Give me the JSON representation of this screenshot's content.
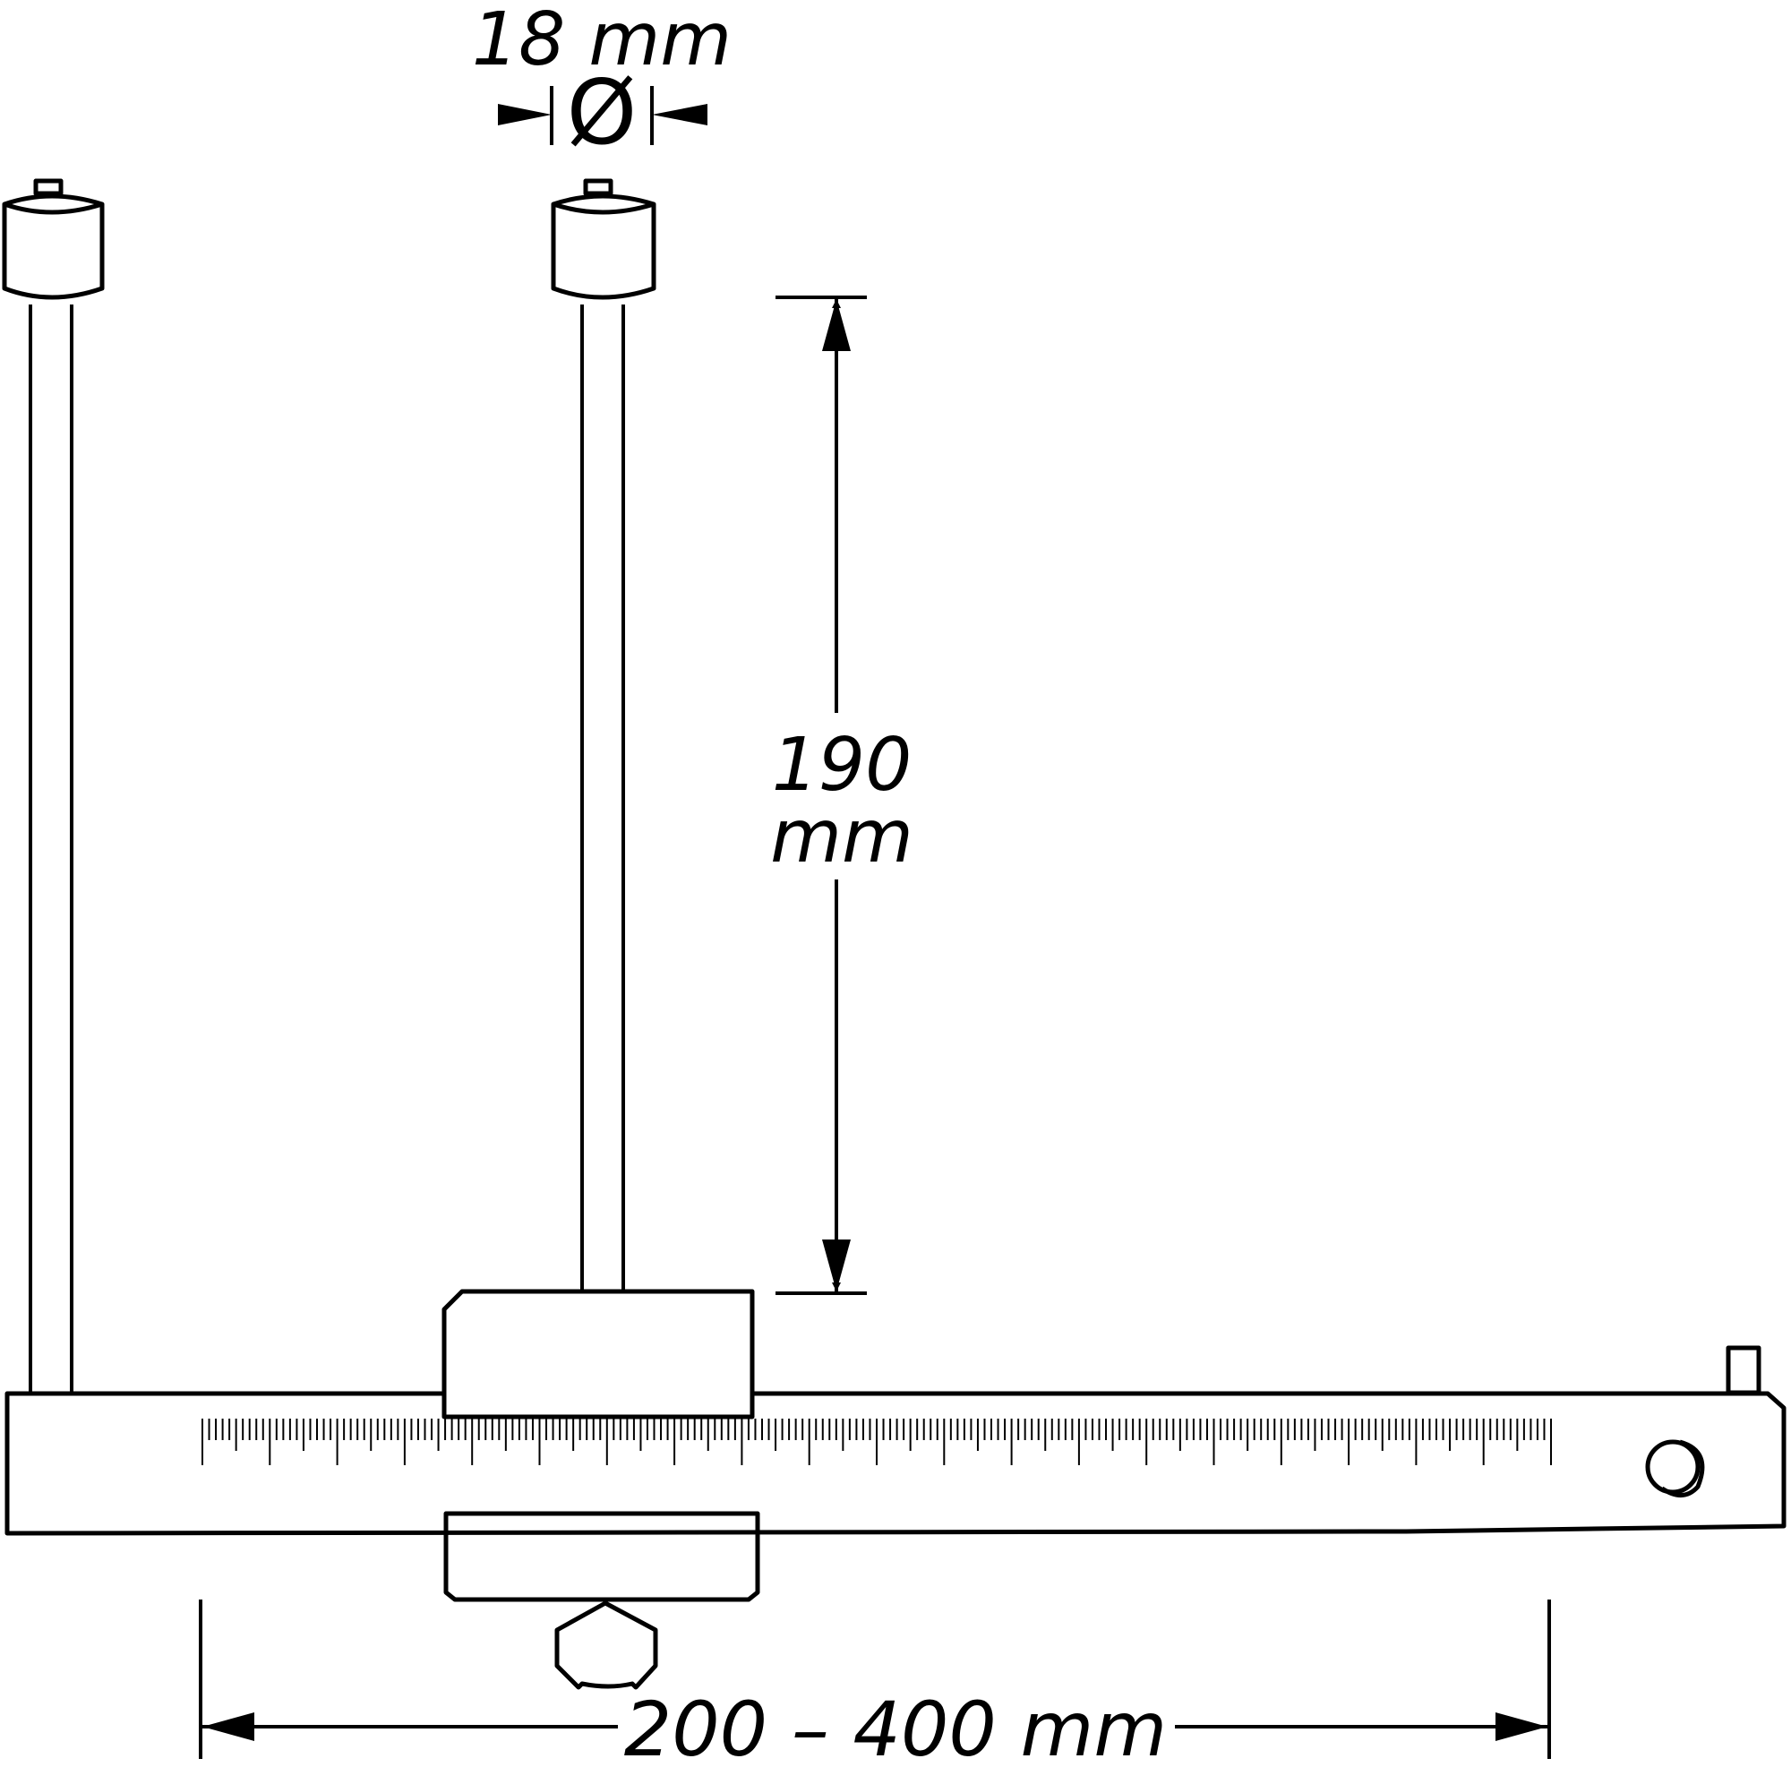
{
  "labels": {
    "diameter": "18 mm",
    "diameter_symbol": "Ø",
    "height_value": "190",
    "height_unit": "mm",
    "range": "200 – 400 mm"
  },
  "colors": {
    "ink": "#000000",
    "paper": "#ffffff"
  }
}
